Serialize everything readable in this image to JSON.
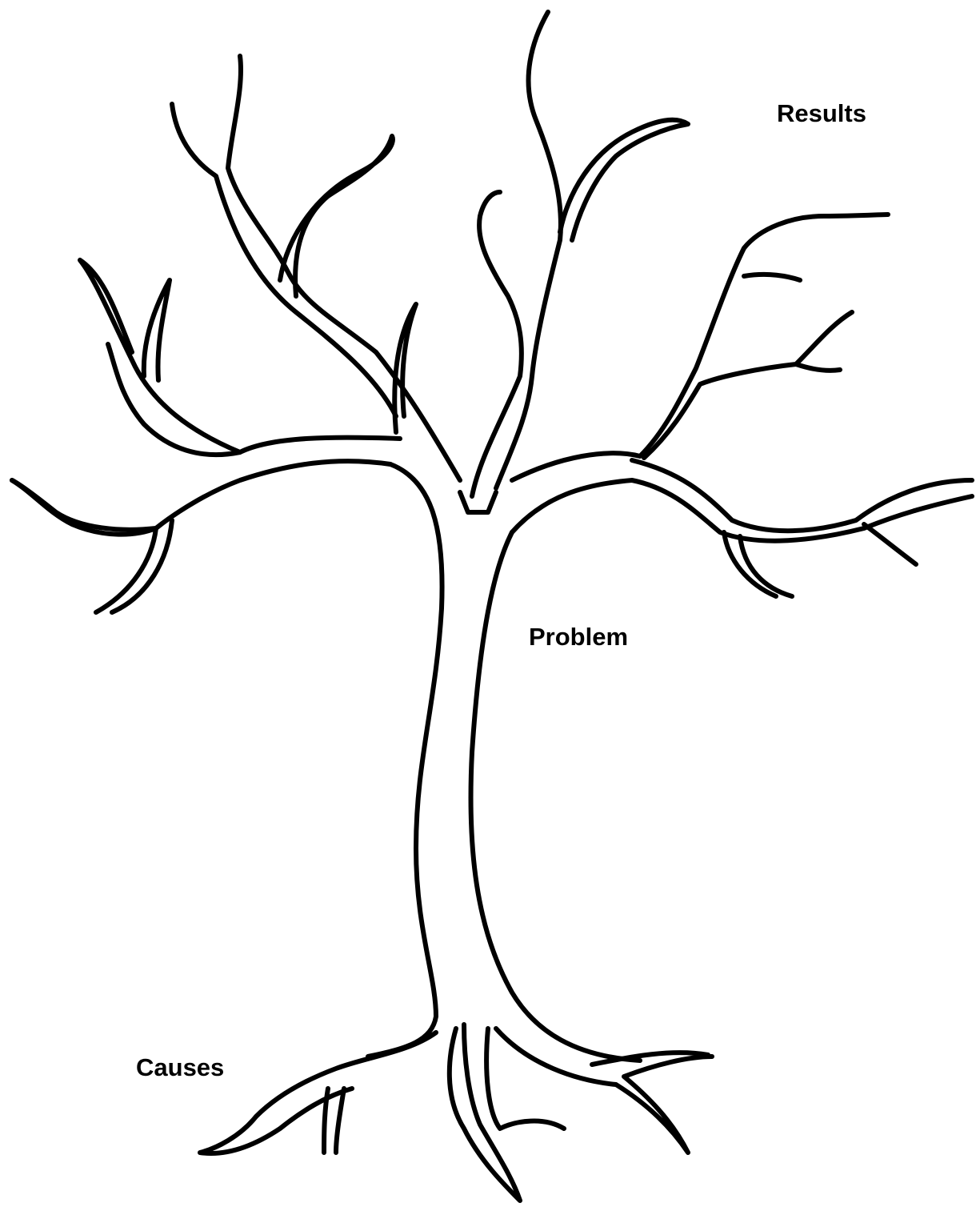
{
  "diagram": {
    "labels": {
      "results": "Results",
      "problem": "Problem",
      "causes": "Causes"
    },
    "colors": {
      "background": "#ffffff",
      "outline": "#000000"
    },
    "icon": "bare-tree-outline"
  }
}
